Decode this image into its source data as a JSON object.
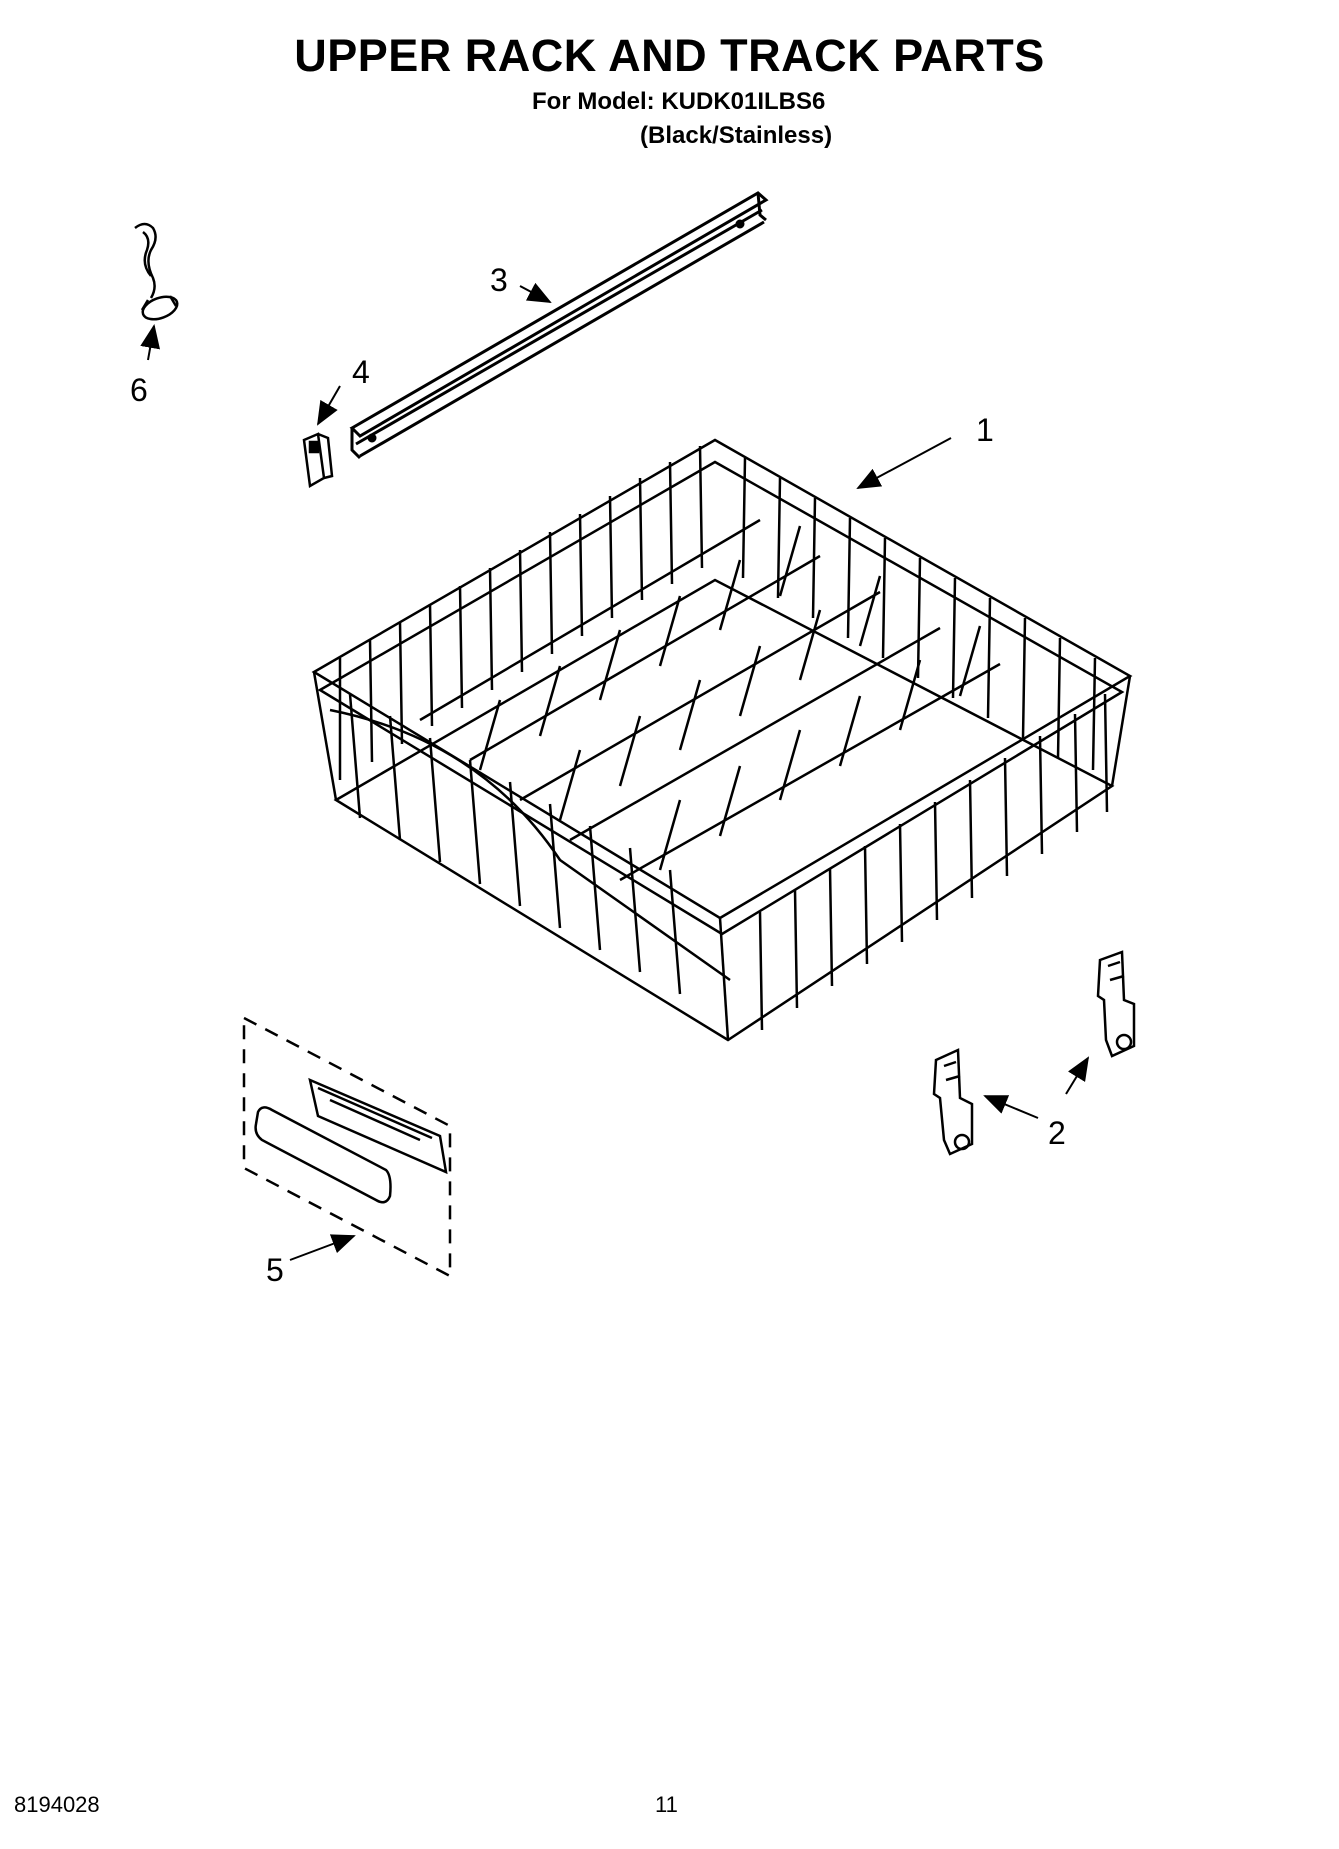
{
  "header": {
    "title": "UPPER RACK AND TRACK PARTS",
    "model_line": "For Model: KUDK01ILBS6",
    "variant_line": "(Black/Stainless)"
  },
  "callouts": [
    "1",
    "2",
    "3",
    "4",
    "5",
    "6"
  ],
  "footer": {
    "document_number": "8194028",
    "page_number": "11"
  }
}
